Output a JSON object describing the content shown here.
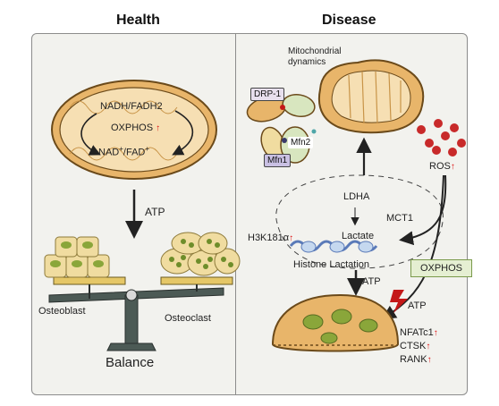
{
  "headers": {
    "health": "Health",
    "disease": "Disease"
  },
  "health": {
    "nadh": "NADH/FADH2",
    "oxphos": "OXPHOS",
    "nad_main": "NAD",
    "nad_sup": "+",
    "nad_mid": "/FAD",
    "fad_sup": "+",
    "atp": "ATP",
    "osteoblast": "Osteoblast",
    "osteoclast": "Osteoclast",
    "balance": "Balance"
  },
  "disease": {
    "mito_dynamics_1": "Mitochondrial",
    "mito_dynamics_2": "dynamics",
    "drp1": "DRP-1",
    "mfn2": "Mfn2",
    "mfn1": "Mfn1",
    "ros": "ROS",
    "ldha": "LDHA",
    "mct1": "MCT1",
    "lactate": "Lactate",
    "h3k": "H3K181α",
    "histone": "Histone Lactation",
    "oxphos_box": "OXPHOS",
    "atp_center": "ATP",
    "atp_right": "ATP",
    "nfatc1": "NFATc1",
    "ctsk": "CTSK",
    "rank": "RANK"
  },
  "up_arrow": "↑",
  "colors": {
    "accent_red": "#d11a1a",
    "mito_orange": "#e8b56a",
    "cell_green": "#8aa63a",
    "panel_bg": "#f2f2ee"
  }
}
